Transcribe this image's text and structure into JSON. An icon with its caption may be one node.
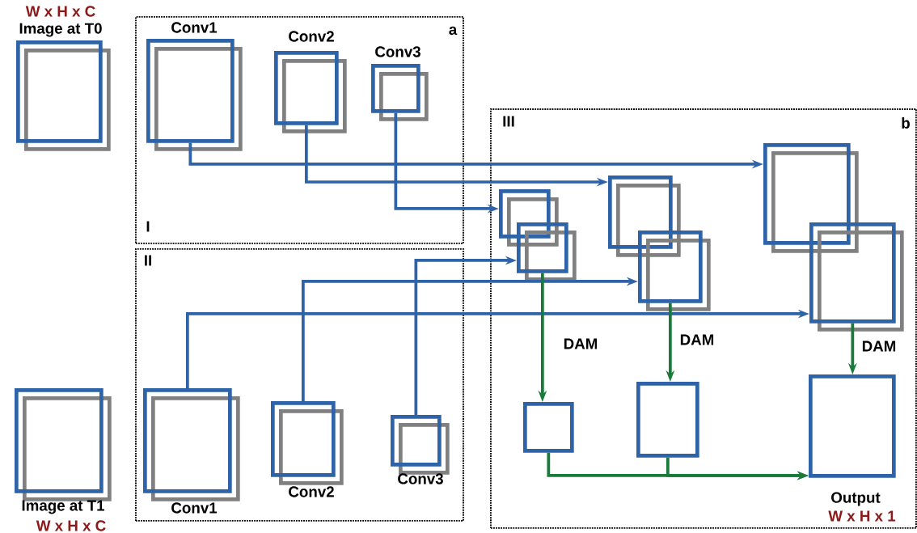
{
  "diagram": {
    "nodes": [
      {
        "text": [
          "Image at T0"
        ],
        "beside": [
          "W x H x C"
        ]
      },
      {
        "text": [
          "a",
          "I"
        ]
      },
      {
        "text": [
          "Conv1"
        ],
        "in": 1
      },
      {
        "text": [
          "Conv2"
        ],
        "in": 1
      },
      {
        "text": [
          "Conv3"
        ],
        "in": 1
      },
      {
        "text": [
          "II"
        ]
      },
      {
        "text": [
          "Conv1"
        ],
        "in": 5
      },
      {
        "text": [
          "Conv2"
        ],
        "in": 5
      },
      {
        "text": [
          "Conv3"
        ],
        "in": 5
      },
      {
        "text": [
          "Image at T1"
        ],
        "beside": [
          "W x H x C"
        ]
      },
      {
        "text": [
          "III",
          "b"
        ]
      },
      {
        "text": [],
        "shape": "box",
        "in": 10
      },
      {
        "text": [],
        "shape": "box",
        "in": 10
      },
      {
        "text": [],
        "shape": "box",
        "in": 10
      },
      {
        "text": [],
        "shape": "box",
        "in": 10
      },
      {
        "text": [],
        "shape": "box",
        "in": 10
      },
      {
        "text": [],
        "shape": "box",
        "in": 10
      },
      {
        "text": [],
        "shape": "box",
        "in": 10
      },
      {
        "text": [],
        "shape": "box",
        "in": 10
      },
      {
        "text": [
          "Output"
        ],
        "beside": [
          "W x H x 1"
        ],
        "in": 10
      }
    ],
    "edges": [
      {
        "from": 2,
        "to": 15,
        "arrow": "to"
      },
      {
        "from": 3,
        "to": 13,
        "arrow": "to"
      },
      {
        "from": 4,
        "to": 11,
        "arrow": "to"
      },
      {
        "from": 8,
        "to": 12,
        "arrow": "to"
      },
      {
        "from": 7,
        "to": 14,
        "arrow": "to"
      },
      {
        "from": 6,
        "to": 16,
        "arrow": "to"
      },
      {
        "from": 12,
        "to": 17,
        "arrow": "to",
        "label": "DAM",
        "color": "#1a7a3a"
      },
      {
        "from": 14,
        "to": 18,
        "arrow": "to",
        "label": "DAM",
        "color": "#1a7a3a"
      },
      {
        "from": 16,
        "to": 19,
        "arrow": "to",
        "label": "DAM",
        "color": "#1a7a3a"
      },
      {
        "from": 17,
        "to": 19,
        "arrow": "to",
        "color": "#1a7a3a"
      },
      {
        "from": 18,
        "to": 19,
        "arrow": "to",
        "color": "#1a7a3a"
      }
    ]
  }
}
